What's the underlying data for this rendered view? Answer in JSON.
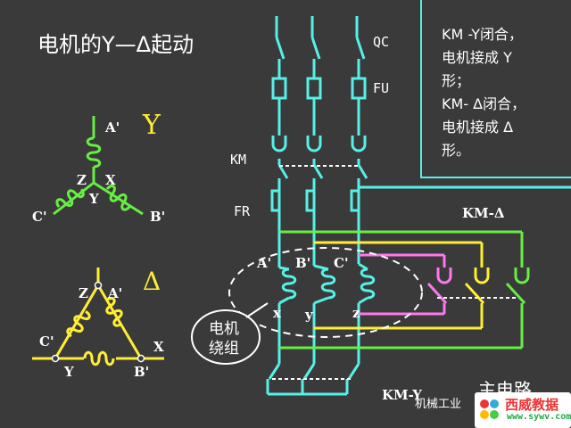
{
  "title": "电机的Y—Δ起动",
  "star": {
    "symbol": "Y",
    "labels": [
      "A'",
      "Z",
      "X",
      "Y",
      "C'",
      "B'"
    ]
  },
  "delta": {
    "symbol": "Δ",
    "labels": [
      "Z",
      "A'",
      "C'",
      "X",
      "Y",
      "B'"
    ]
  },
  "circuit": {
    "qc": "QC",
    "fu": "FU",
    "km": "KM",
    "fr": "FR",
    "km_delta": "KM-Δ",
    "km_y": "KM-Y",
    "terminals_top": [
      "A'",
      "B'",
      "C'"
    ],
    "terminals_bottom": [
      "x",
      "y",
      "z"
    ],
    "winding_callout": [
      "电机",
      "绕组"
    ],
    "main_circuit": "主电路"
  },
  "note": [
    "KM -Y闭合，",
    "电机接成 Y",
    "形；",
    "KM- Δ闭合，",
    "电机接成 Δ",
    "形。"
  ],
  "watermark": {
    "text": "机械工业",
    "brand": "西威教据",
    "url": "www.sywv.com"
  },
  "colors": {
    "background": "#3a3a3a",
    "wire_cyan": "#55f0e6",
    "coil_yellow": "#ffee33",
    "wire_green": "#66ee44",
    "wire_pink": "#ff77ee",
    "text_white": "#ffffff"
  }
}
